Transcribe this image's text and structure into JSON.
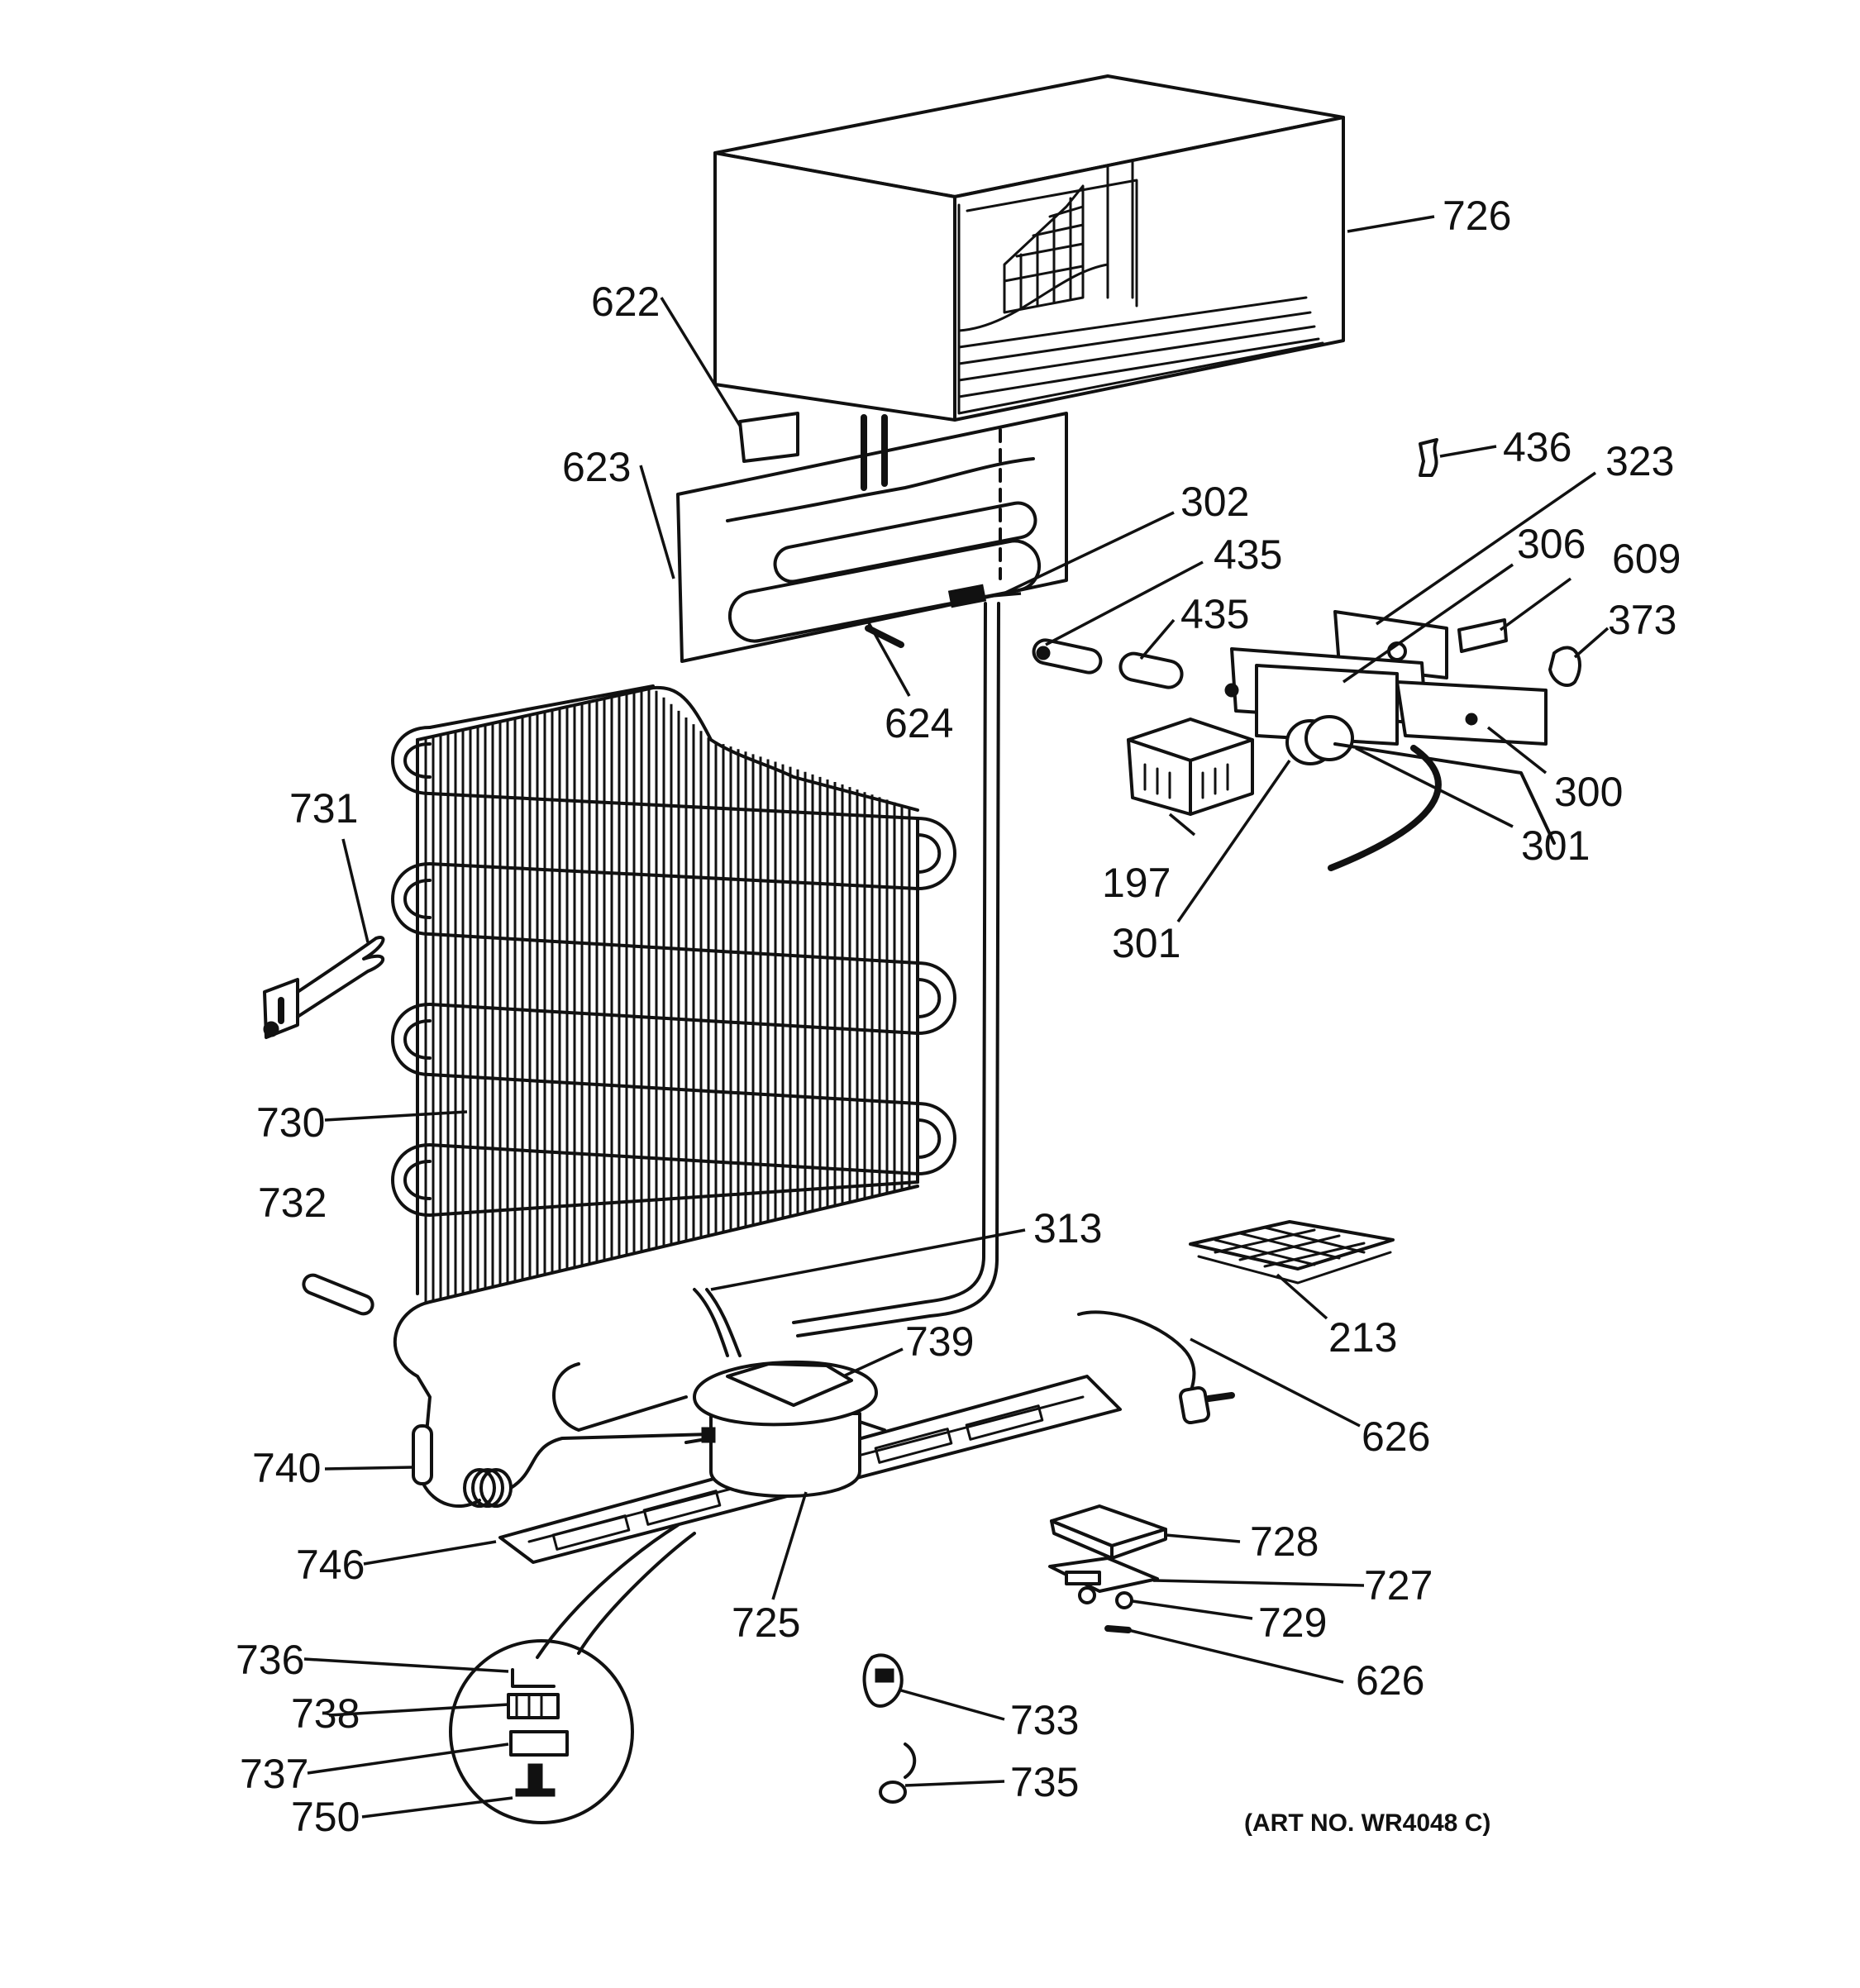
{
  "diagram": {
    "art_number": "(ART NO. WR4048 C)",
    "callouts": {
      "726": "726",
      "622": "622",
      "623": "623",
      "302": "302",
      "624": "624",
      "435a": "435",
      "435b": "435",
      "436": "436",
      "323": "323",
      "306": "306",
      "609": "609",
      "373": "373",
      "300": "300",
      "301a": "301",
      "301b": "301",
      "197": "197",
      "731": "731",
      "730": "730",
      "732": "732",
      "313": "313",
      "213": "213",
      "739": "739",
      "626a": "626",
      "626b": "626",
      "740": "740",
      "746": "746",
      "725": "725",
      "728": "728",
      "727": "727",
      "729": "729",
      "736": "736",
      "738": "738",
      "737": "737",
      "750": "750",
      "733": "733",
      "735": "735"
    }
  }
}
